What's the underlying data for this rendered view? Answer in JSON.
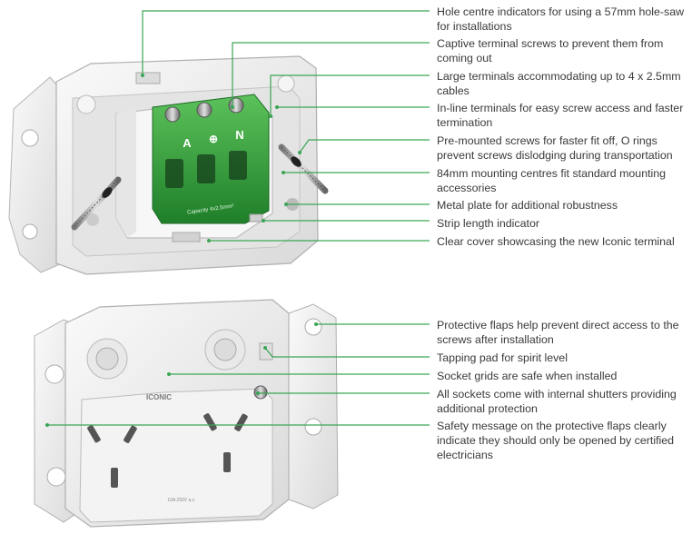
{
  "top_product": {
    "terminal_letters": [
      "A",
      "⊕",
      "N"
    ],
    "terminal_block_text": "Capacity 4x2.5mm²"
  },
  "bottom_product": {
    "brand_text": "ICONIC",
    "rating_text": "10A 250V a.c."
  },
  "callouts_top": [
    {
      "text": "Hole centre indicators for using a 57mm hole-saw for installations"
    },
    {
      "text": "Captive terminal screws to prevent them from coming out"
    },
    {
      "text": "Large terminals accommodating up to 4 x 2.5mm cables"
    },
    {
      "text": "In-line terminals for easy screw access and faster termination"
    },
    {
      "text": "Pre-mounted screws for faster fit off, O rings prevent screws dislodging during transportation"
    },
    {
      "text": "84mm mounting centres fit standard mounting accessories"
    },
    {
      "text": "Metal plate for additional robustness"
    },
    {
      "text": "Strip length indicator"
    },
    {
      "text": "Clear cover showcasing the new Iconic terminal"
    }
  ],
  "callouts_bottom": [
    {
      "text": "Protective flaps help prevent direct access to the screws after installation"
    },
    {
      "text": "Tapping pad for spirit level"
    },
    {
      "text": "Socket grids are safe when installed"
    },
    {
      "text": "All sockets come with internal shutters providing additional protection"
    },
    {
      "text": "Safety message on the protective flaps clearly indicate they should only be opened by certified electricians"
    }
  ],
  "colors": {
    "leader_line": "#3aa655",
    "terminal_green": "#2f9e3a",
    "plastic": "#eeeeee",
    "text": "#3a3a3a"
  }
}
